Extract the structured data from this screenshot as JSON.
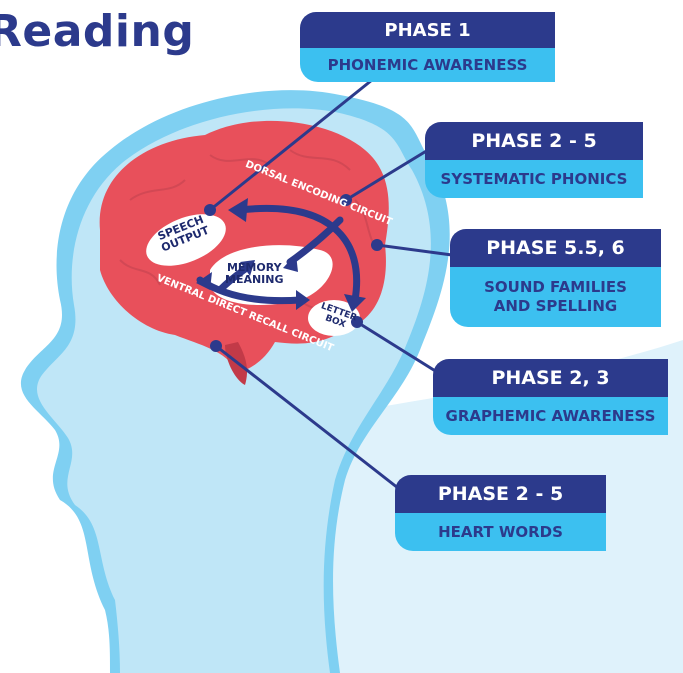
{
  "title": "Reading",
  "brain_labels": {
    "speech_output": [
      "SPEECH",
      "OUTPUT"
    ],
    "memory_meaning": [
      "MEMORY",
      "MEANING"
    ],
    "letter_box": [
      "LETTER",
      "BOX"
    ],
    "dorsal_circuit": "DORSAL ENCODING CIRCUIT",
    "ventral_circuit": "VENTRAL DIRECT RECALL CIRCUIT"
  },
  "phases": [
    {
      "phase": "PHASE 1",
      "description": "PHONEMIC AWARENESS"
    },
    {
      "phase": "PHASE 2 - 5",
      "description": "SYSTEMATIC PHONICS"
    },
    {
      "phase": "PHASE 5.5, 6",
      "description_lines": [
        "SOUND FAMILIES",
        "AND SPELLING"
      ]
    },
    {
      "phase": "PHASE 2, 3",
      "description": "GRAPHEMIC AWARENESS"
    },
    {
      "phase": "PHASE 2 - 5",
      "description": "HEART WORDS"
    }
  ],
  "colors": {
    "navy": "#2c3a8c",
    "cyan": "#3cc0f0",
    "brain": "#e8505b",
    "head_light": "#bfe6f7",
    "head_dark": "#7fd0f2"
  }
}
